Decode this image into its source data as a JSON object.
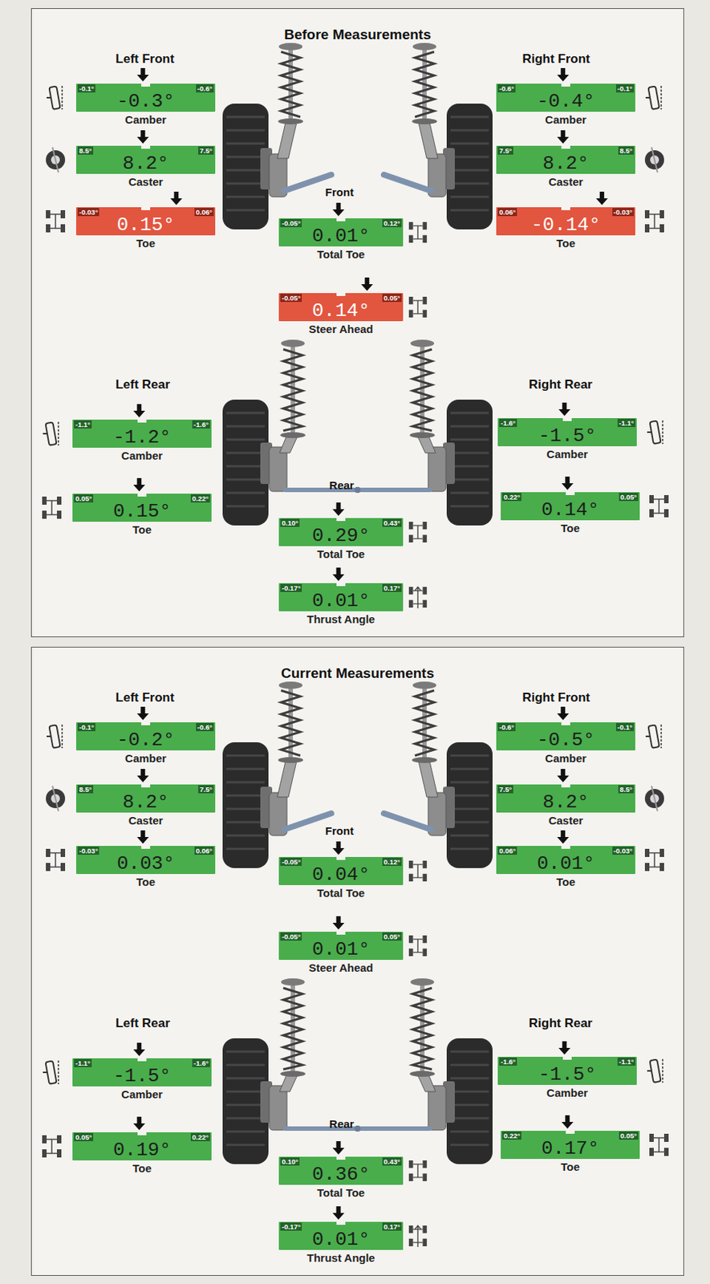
{
  "diagram": {
    "nodes": [
      {
        "text": [
          "Before Measurements"
        ]
      },
      {
        "text": [
          "-0.1°",
          "-0.6°",
          "-0.3°",
          "Camber"
        ],
        "in": 0
      },
      {
        "text": [
          "-0.6°",
          "-0.1°",
          "-0.4°",
          "Camber"
        ],
        "in": 0
      },
      {
        "text": [
          "8.5°",
          "7.5°",
          "8.2°",
          "Caster"
        ],
        "in": 0
      },
      {
        "text": [
          "7.5°",
          "8.5°",
          "8.2°",
          "Caster"
        ],
        "in": 0
      },
      {
        "text": [
          "-0.03°",
          "0.06°",
          "0.15°",
          "Toe"
        ],
        "in": 0
      },
      {
        "text": [
          "0.06°",
          "-0.03°",
          "-0.14°",
          "Toe"
        ],
        "in": 0
      },
      {
        "text": [
          "-0.05°",
          "0.12°",
          "0.01°",
          "Total Toe"
        ],
        "in": 0
      },
      {
        "text": [
          "-0.05°",
          "0.05°",
          "0.14°",
          "Steer Ahead"
        ],
        "in": 0
      },
      {
        "text": [
          "-1.1°",
          "-1.6°",
          "-1.2°",
          "Camber"
        ],
        "in": 0
      },
      {
        "text": [
          "-1.6°",
          "-1.1°",
          "-1.5°",
          "Camber"
        ],
        "in": 0
      },
      {
        "text": [
          "0.05°",
          "0.22°",
          "0.15°",
          "Toe"
        ],
        "in": 0
      },
      {
        "text": [
          "0.22°",
          "0.05°",
          "0.14°",
          "Toe"
        ],
        "in": 0
      },
      {
        "text": [
          "0.10°",
          "0.43°",
          "0.29°",
          "Total Toe"
        ],
        "in": 0
      },
      {
        "text": [
          "-0.17°",
          "0.17°",
          "0.01°",
          "Thrust Angle"
        ],
        "in": 0
      },
      {
        "text": [
          "Current Measurements"
        ]
      },
      {
        "text": [
          "-0.1°",
          "-0.6°",
          "-0.2°",
          "Camber"
        ],
        "in": 15
      },
      {
        "text": [
          "-0.6°",
          "-0.1°",
          "-0.5°",
          "Camber"
        ],
        "in": 15
      },
      {
        "text": [
          "8.5°",
          "7.5°",
          "8.2°",
          "Caster"
        ],
        "in": 15
      },
      {
        "text": [
          "7.5°",
          "8.5°",
          "8.2°",
          "Caster"
        ],
        "in": 15
      },
      {
        "text": [
          "-0.03°",
          "0.06°",
          "0.03°",
          "Toe"
        ],
        "in": 15
      },
      {
        "text": [
          "0.06°",
          "-0.03°",
          "0.01°",
          "Toe"
        ],
        "in": 15
      },
      {
        "text": [
          "-0.05°",
          "0.12°",
          "0.04°",
          "Total Toe"
        ],
        "in": 15
      },
      {
        "text": [
          "-0.05°",
          "0.05°",
          "0.01°",
          "Steer Ahead"
        ],
        "in": 15
      },
      {
        "text": [
          "-1.1°",
          "-1.6°",
          "-1.5°",
          "Camber"
        ],
        "in": 15
      },
      {
        "text": [
          "-1.6°",
          "-1.1°",
          "-1.5°",
          "Camber"
        ],
        "in": 15
      },
      {
        "text": [
          "0.05°",
          "0.22°",
          "0.19°",
          "Toe"
        ],
        "in": 15
      },
      {
        "text": [
          "0.22°",
          "0.05°",
          "0.17°",
          "Toe"
        ],
        "in": 15
      },
      {
        "text": [
          "0.10°",
          "0.43°",
          "0.36°",
          "Total Toe"
        ],
        "in": 15
      },
      {
        "text": [
          "-0.17°",
          "0.17°",
          "0.01°",
          "Thrust Angle"
        ],
        "in": 15
      }
    ],
    "labels": [
      "Left Front",
      "Right Front",
      "Front",
      "Left Rear",
      "Right Rear",
      "Rear",
      "Left Front",
      "Right Front",
      "Front",
      "Left Rear",
      "Right Rear",
      "Rear"
    ]
  }
}
